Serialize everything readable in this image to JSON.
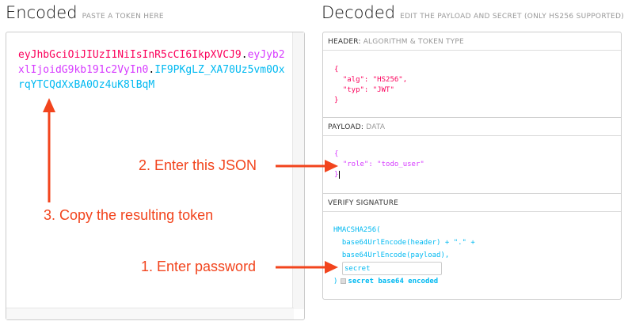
{
  "encoded": {
    "title": "Encoded",
    "subtitle": "PASTE A TOKEN HERE",
    "token_header": "eyJhbGciOiJIUzI1NiIsInR5cCI6IkpXVCJ9",
    "token_payload": "eyJyb2xlIjoidG9kb191c2VyIn0",
    "token_signature": "IF9PKgLZ_XA70Uz5vm0OxrqYTCQdXxBA0Oz4uK8lBqM",
    "dot": "."
  },
  "decoded": {
    "title": "Decoded",
    "subtitle": "EDIT THE PAYLOAD AND SECRET (ONLY HS256 SUPPORTED)",
    "header": {
      "label": "HEADER:",
      "sublabel": "ALGORITHM & TOKEN TYPE",
      "lines": [
        "{",
        "  \"alg\": \"HS256\",",
        "  \"typ\": \"JWT\"",
        "}"
      ]
    },
    "payload": {
      "label": "PAYLOAD:",
      "sublabel": "DATA",
      "lines": [
        "{",
        "  \"role\": \"todo_user\"",
        "}"
      ]
    },
    "verify": {
      "label": "VERIFY SIGNATURE",
      "lines": [
        "HMACSHA256(",
        "  base64UrlEncode(header) + \".\" +",
        "  base64UrlEncode(payload),"
      ],
      "secret_value": "secret",
      "close": ")",
      "checkbox_label": "secret base64 encoded"
    }
  },
  "annotations": {
    "step1": "1. Enter password",
    "step2": "2. Enter this JSON",
    "step3": "3. Copy the resulting token"
  },
  "colors": {
    "header": "#fb015b",
    "payload": "#d63aff",
    "signature": "#00b9f1",
    "annotation": "#f2441d"
  }
}
